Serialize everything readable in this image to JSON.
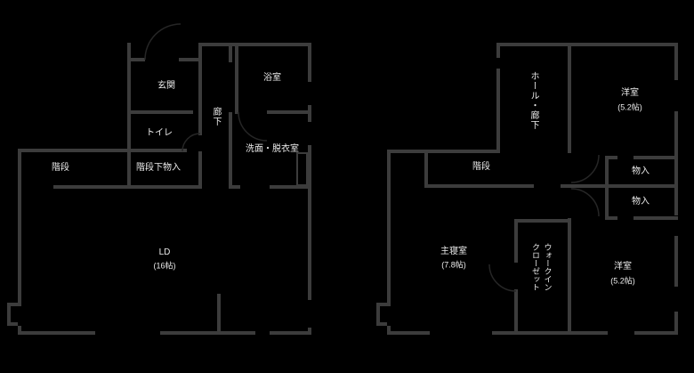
{
  "colors": {
    "background": "#000000",
    "wall": "#3c3c3c",
    "door_arc": "#262626",
    "text": "#ebebeb"
  },
  "floor1": {
    "rooms": {
      "genkan": {
        "label": "玄関"
      },
      "bath": {
        "label": "浴室"
      },
      "hallway": {
        "label": "廊下"
      },
      "toilet": {
        "label": "トイレ"
      },
      "washroom": {
        "label": "洗面・脱衣室"
      },
      "stairs": {
        "label": "階段"
      },
      "understair_storage": {
        "label": "階段下物入"
      },
      "living_dining": {
        "label": "LD",
        "size": "(16帖)"
      }
    }
  },
  "floor2": {
    "rooms": {
      "hall_corridor": {
        "label": "ホール・廊下"
      },
      "bedroom_upper": {
        "label": "洋室",
        "size": "(5.2帖)"
      },
      "stairs": {
        "label": "階段"
      },
      "storage_upper": {
        "label": "物入"
      },
      "storage_lower": {
        "label": "物入"
      },
      "master_bedroom": {
        "label": "主寝室",
        "size": "(7.8帖)"
      },
      "walk_in_closet": {
        "label": "ウォークイン\nクローゼット"
      },
      "bedroom_lower": {
        "label": "洋室",
        "size": "(5.2帖)"
      }
    }
  }
}
